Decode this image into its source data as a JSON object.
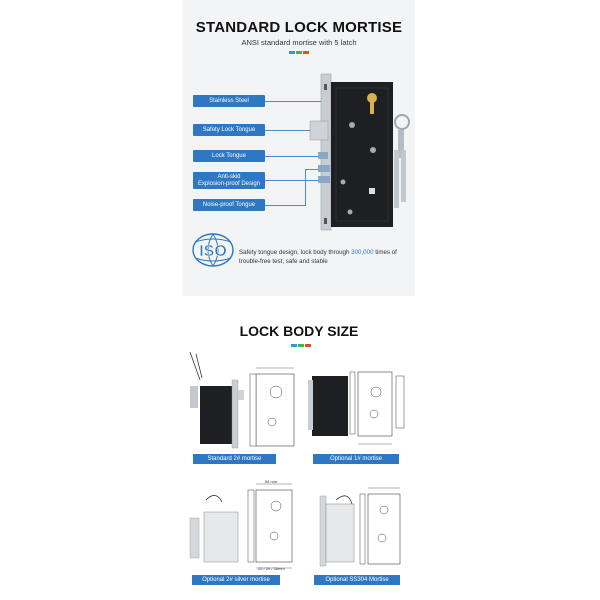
{
  "header": {
    "title": "STANDARD LOCK MORTISE",
    "subtitle": "ANSI standard mortise with 5 latch"
  },
  "brand_colors": [
    "#2e9bd6",
    "#3fb54a",
    "#e8482c"
  ],
  "callouts": [
    {
      "label": "Stainless Steel"
    },
    {
      "label": "Safety Lock Tongue"
    },
    {
      "label": "Lock Tongue"
    },
    {
      "label_line1": "Anti-skid",
      "label_line2": "Explosion-proof Design"
    },
    {
      "label": "Noise-proof Tongue"
    }
  ],
  "iso": {
    "badge": "ISO",
    "text_before": "Safety tongue design, lock body through ",
    "highlight": "300,000",
    "text_after": " times of trouble-free test, safe and stable"
  },
  "section2": {
    "title": "LOCK BODY SIZE",
    "items": [
      {
        "caption": "Standard 2# mortise"
      },
      {
        "caption": "Optional 1# mortise"
      },
      {
        "caption": "Optional 2# silver mortise"
      },
      {
        "caption": "Optional SS304 Mortise"
      }
    ],
    "dimension_labels": {
      "width": "84 mm",
      "bottom": "22 / 24 / 28mm"
    }
  }
}
